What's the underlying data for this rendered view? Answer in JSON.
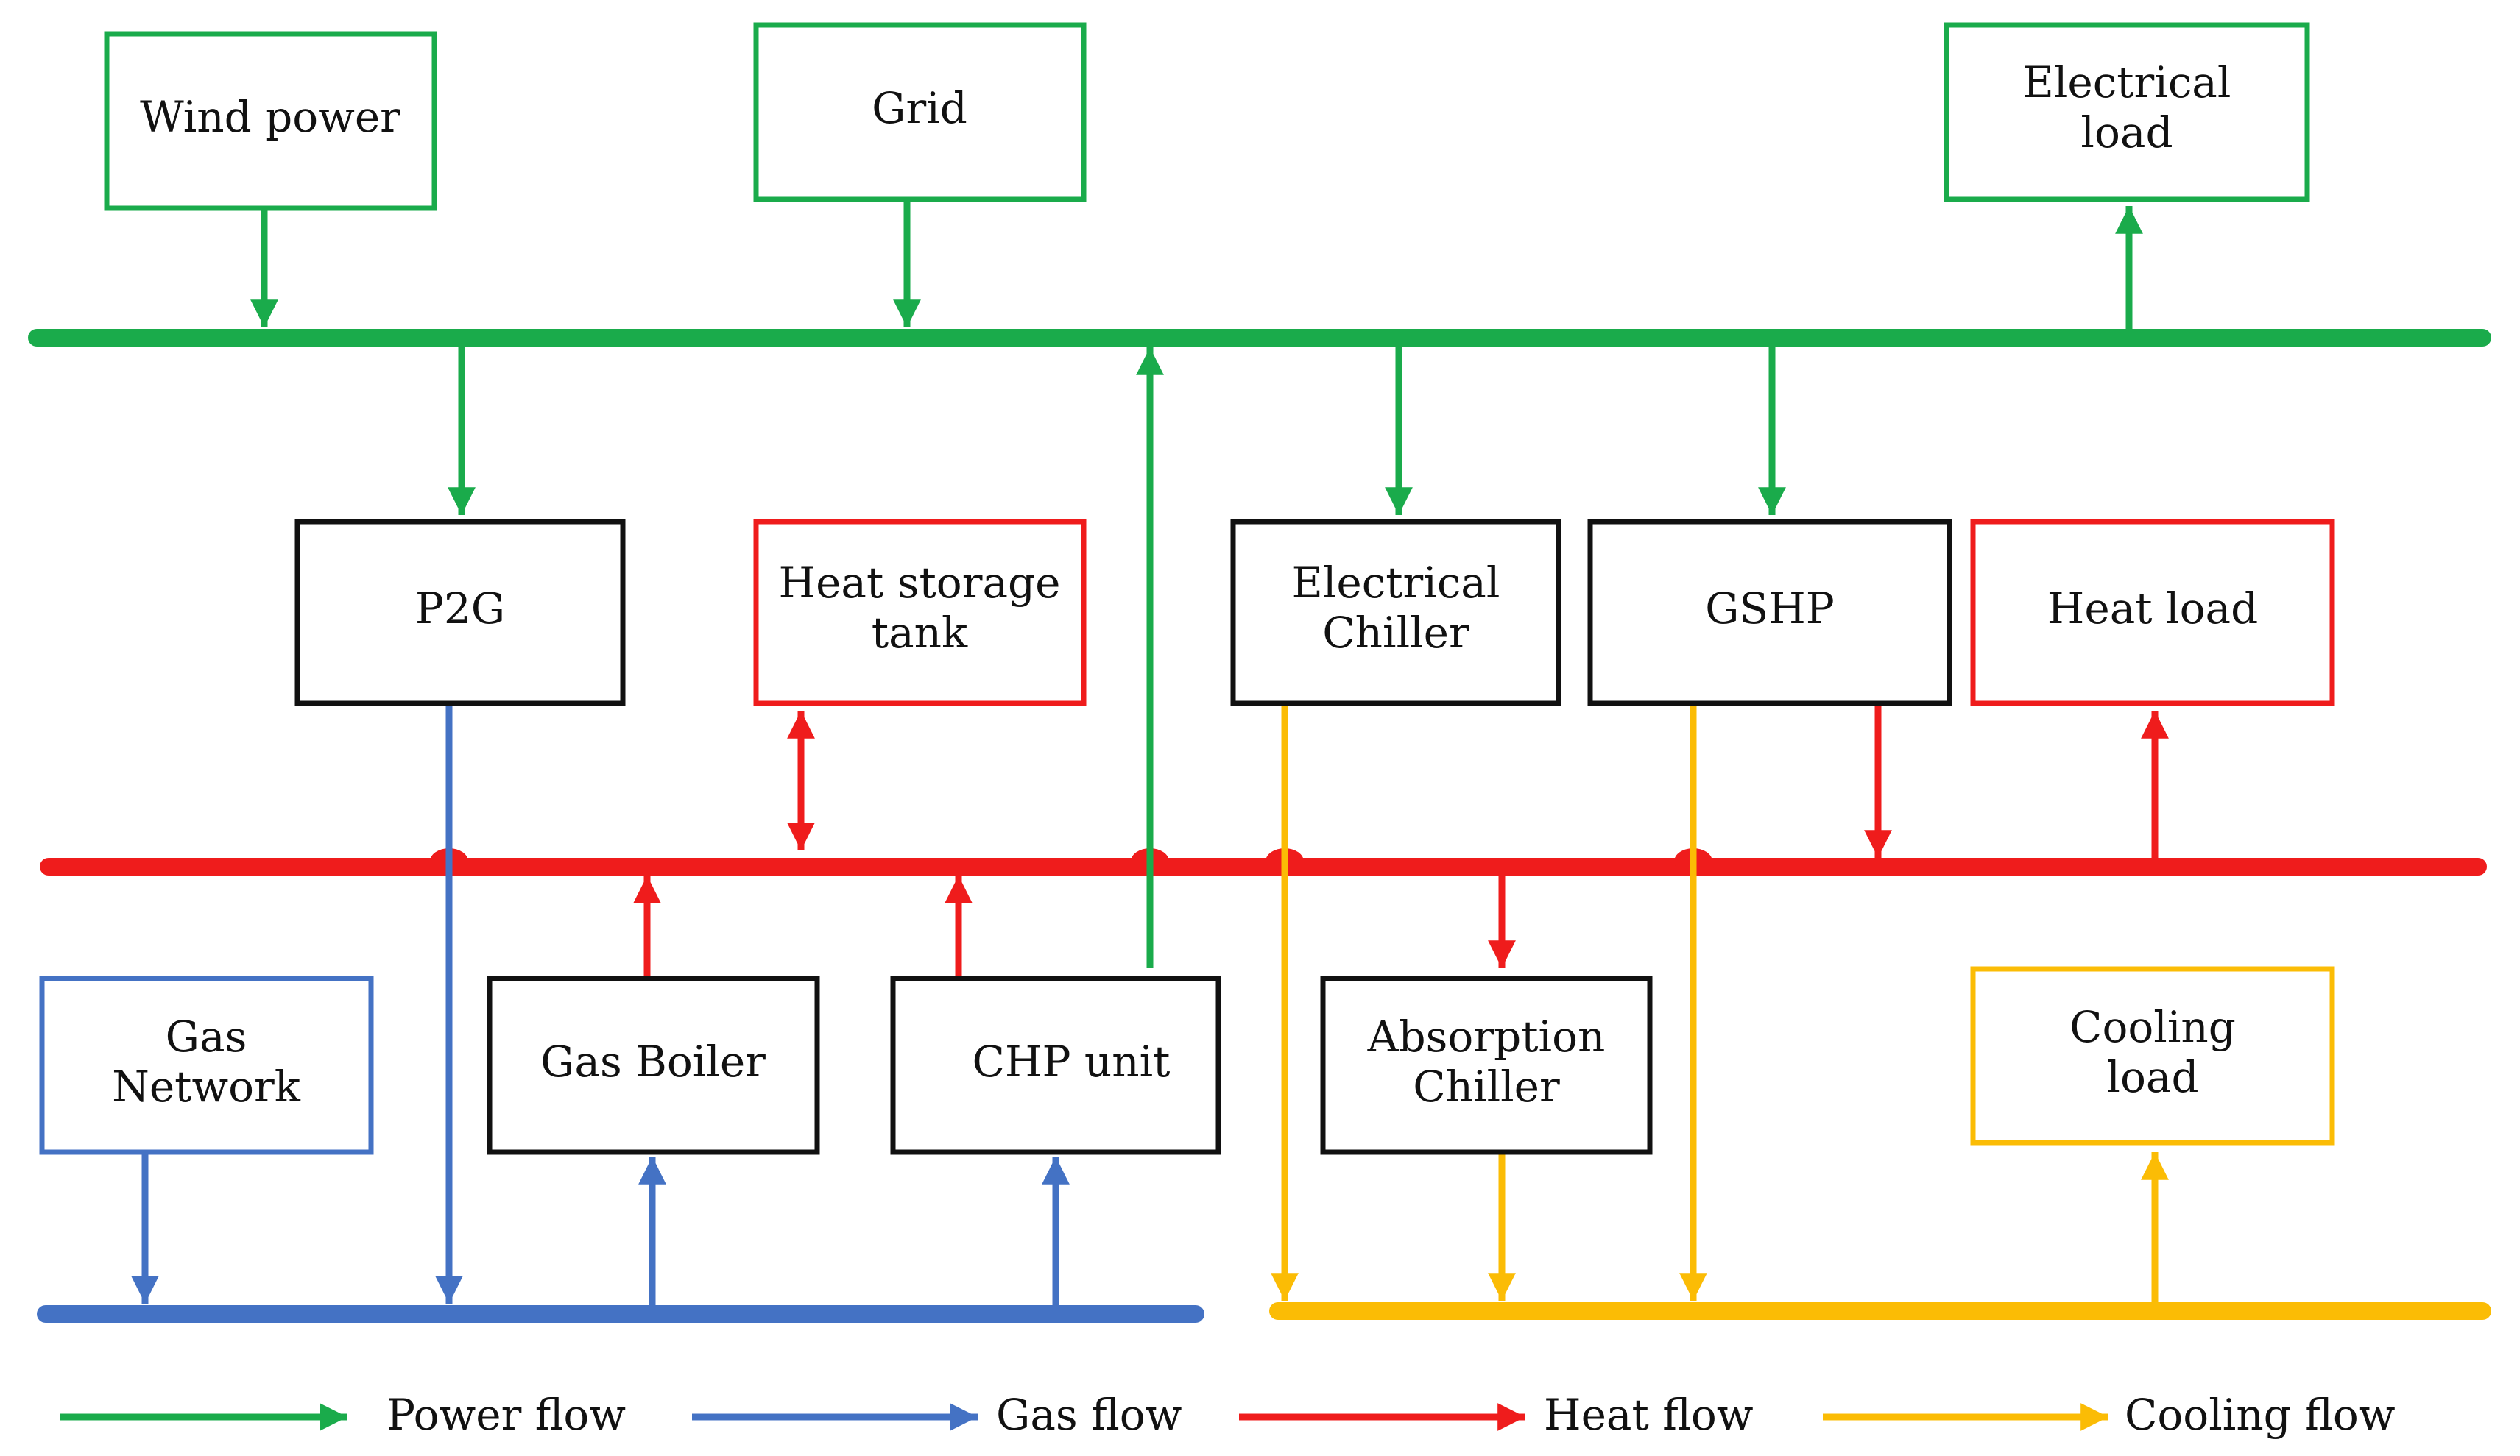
{
  "colors": {
    "power": "#1aab4b",
    "gas": "#4472c4",
    "heat": "#ef1c1c",
    "cooling": "#fbbc05",
    "device": "#111111"
  },
  "nodes": {
    "wind_power": {
      "lines": [
        "Wind power"
      ],
      "kind": "power"
    },
    "grid": {
      "lines": [
        "Grid"
      ],
      "kind": "power"
    },
    "electrical_load": {
      "lines": [
        "Electrical",
        "load"
      ],
      "kind": "power"
    },
    "p2g": {
      "lines": [
        "P2G"
      ],
      "kind": "device"
    },
    "heat_storage_tank": {
      "lines": [
        "Heat storage",
        "tank"
      ],
      "kind": "heat"
    },
    "electrical_chiller": {
      "lines": [
        "Electrical",
        "Chiller"
      ],
      "kind": "device"
    },
    "gshp": {
      "lines": [
        "GSHP"
      ],
      "kind": "device"
    },
    "heat_load": {
      "lines": [
        "Heat load"
      ],
      "kind": "heat"
    },
    "gas_network": {
      "lines": [
        "Gas",
        "Network"
      ],
      "kind": "gas"
    },
    "gas_boiler": {
      "lines": [
        "Gas Boiler"
      ],
      "kind": "device"
    },
    "chp_unit": {
      "lines": [
        "CHP unit"
      ],
      "kind": "device"
    },
    "absorption_chiller": {
      "lines": [
        "Absorption",
        "Chiller"
      ],
      "kind": "device"
    },
    "cooling_load": {
      "lines": [
        "Cooling",
        "load"
      ],
      "kind": "cooling"
    }
  },
  "legend": [
    {
      "label": "Power flow",
      "color_key": "power"
    },
    {
      "label": "Gas flow",
      "color_key": "gas"
    },
    {
      "label": "Heat flow",
      "color_key": "heat"
    },
    {
      "label": "Cooling flow",
      "color_key": "cooling"
    }
  ]
}
